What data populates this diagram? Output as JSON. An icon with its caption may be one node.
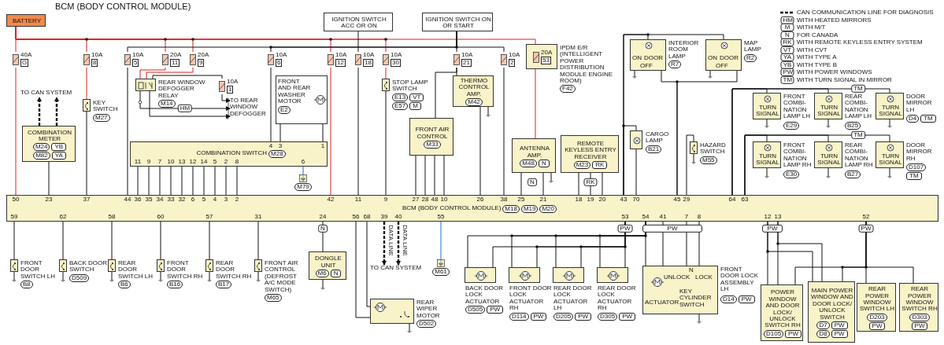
{
  "diagram": {
    "title": "BCM (BODY CONTROL MODULE)",
    "nodes": [
      {
        "text": [
          "BATTERY"
        ]
      },
      {
        "text": [
          "IGNITION SWITCH ACC OR ON"
        ]
      },
      {
        "text": [
          "IGNITION SWITCH ON OR START"
        ]
      },
      {
        "text": [
          "40A",
          "G"
        ]
      },
      {
        "text": [
          "10A",
          "8"
        ]
      },
      {
        "text": [
          "10A",
          "5"
        ]
      },
      {
        "text": [
          "20A",
          "11"
        ]
      },
      {
        "text": [
          "20A",
          "9"
        ]
      },
      {
        "text": [
          "10A",
          "6"
        ]
      },
      {
        "text": [
          "10A",
          "12"
        ]
      },
      {
        "text": [
          "10A",
          "18"
        ]
      },
      {
        "text": [
          "10A",
          "30"
        ]
      },
      {
        "text": [
          "10A",
          "21"
        ]
      },
      {
        "text": [
          "10A",
          "2"
        ]
      },
      {
        "text": [
          "IPDM E/R (INTELLIGENT POWER DISTRIBUTION MODULE ENGINE ROOM)",
          "F42"
        ]
      },
      {
        "text": [
          "20A",
          "53"
        ],
        "in": 14
      },
      {
        "text": [
          "REAR WINDOW DEFOGGER RELAY",
          "M14"
        ]
      },
      {
        "text": [
          "10A",
          "1"
        ]
      },
      {
        "text": [
          "TO REAR WINDOW DEFOGGER"
        ]
      },
      {
        "text": [
          "KEY SWITCH",
          "M27"
        ]
      },
      {
        "text": [
          "FRONT AND REAR WASHER MOTOR",
          "E2"
        ]
      },
      {
        "text": [
          "STOP LAMP SWITCH",
          "E13",
          "VT",
          "E57",
          "M"
        ]
      },
      {
        "text": [
          "THERMO CONTROL AMP.",
          "M42"
        ]
      },
      {
        "text": [
          "FRONT AIR CONTROL",
          "M33"
        ]
      },
      {
        "text": [
          "ON",
          "DOOR",
          "OFF",
          "INTERIOR ROOM LAMP",
          "R7"
        ]
      },
      {
        "text": [
          "ON",
          "DOOR",
          "OFF",
          "MAP LAMP",
          "R2"
        ]
      },
      {
        "text": [
          "TO CAN SYSTEM"
        ]
      },
      {
        "text": [
          "COMBINATION METER",
          "M24",
          "YB",
          "M82",
          "YA"
        ]
      },
      {
        "text": [
          "COMBINATION SWITCH",
          "M28"
        ]
      },
      {
        "text": [
          "M79"
        ]
      },
      {
        "text": [
          "ANTENNA AMP.",
          "M48",
          "N"
        ]
      },
      {
        "text": [
          "REMOTE KEYLESS ENTRY RECEIVER",
          "M23",
          "RK"
        ]
      },
      {
        "text": [
          "CARGO LAMP",
          "B21"
        ]
      },
      {
        "text": [
          "HAZARD SWITCH",
          "M55"
        ]
      },
      {
        "text": [
          "TURN SIGNAL",
          "FRONT COMBI- NATION LAMP LH",
          "E29"
        ]
      },
      {
        "text": [
          "TURN SIGNAL",
          "REAR COMBI- NATION LAMP LH",
          "B25"
        ]
      },
      {
        "text": [
          "TURN SIGNAL",
          "DOOR MIRROR LH",
          "D4",
          "TM"
        ]
      },
      {
        "text": [
          "TURN SIGNAL",
          "FRONT COMBI- NATION LAMP RH",
          "E30"
        ]
      },
      {
        "text": [
          "TURN SIGNAL",
          "REAR COMBI- NATION LAMP RH",
          "B27"
        ]
      },
      {
        "text": [
          "TURN SIGNAL",
          "DOOR MIRROR RH",
          "D107",
          "TM"
        ]
      },
      {
        "text": [
          "BCM (BODY CONTROL MODULE)",
          "M18",
          "M19",
          "M20"
        ]
      },
      {
        "text": [
          "FRONT DOOR SWITCH LH",
          "B8"
        ]
      },
      {
        "text": [
          "BACK DOOR SWITCH",
          "D509"
        ]
      },
      {
        "text": [
          "REAR DOOR SWITCH LH",
          "B6"
        ]
      },
      {
        "text": [
          "FRONT DOOR SWITCH RH",
          "B16"
        ]
      },
      {
        "text": [
          "REAR DOOR SWITCH RH",
          "B17"
        ]
      },
      {
        "text": [
          "FRONT AIR CONTROL (DEFROST A/C MODE SWITCH)",
          "M65"
        ]
      },
      {
        "text": [
          "DONGLE UNIT",
          "M6",
          "N"
        ]
      },
      {
        "text": [
          "REAR WIPER MOTOR",
          "D502"
        ]
      },
      {
        "text": [
          "TO CAN SYSTEM"
        ]
      },
      {
        "text": [
          "M61"
        ]
      },
      {
        "text": [
          "BACK DOOR LOCK ACTUATOR",
          "D505",
          "PW"
        ]
      },
      {
        "text": [
          "FRONT DOOR LOCK ACTUATOR RH",
          "D114",
          "PW"
        ]
      },
      {
        "text": [
          "REAR DOOR LOCK ACTUATOR LH",
          "D205",
          "PW"
        ]
      },
      {
        "text": [
          "REAR DOOR LOCK ACTUATOR RH",
          "D305",
          "PW"
        ]
      },
      {
        "text": [
          "ACTUATOR",
          "UNLOCK",
          "N",
          "LOCK",
          "KEY CYLINDER SWITCH",
          "FRONT DOOR LOCK ASSEMBLY LH",
          "D14",
          "PW"
        ]
      },
      {
        "text": [
          "POWER WINDOW AND DOOR LOCK/ UNLOCK SWITCH RH",
          "D105",
          "PW"
        ]
      },
      {
        "text": [
          "MAIN POWER WINDOW AND DOOR LOCK/ UNLOCK SWITCH",
          "D7",
          "PW",
          "D8",
          "PW"
        ]
      },
      {
        "text": [
          "REAR POWER WINDOW SWITCH LH",
          "D203",
          "PW"
        ]
      },
      {
        "text": [
          "REAR POWER WINDOW SWITCH RH",
          "D303",
          "PW"
        ]
      }
    ],
    "edges": [
      {
        "from": 0,
        "to": 3,
        "arrow": "none",
        "color": "#e02020"
      },
      {
        "from": 0,
        "to": 4,
        "arrow": "none",
        "color": "#e02020"
      },
      {
        "from": 0,
        "to": 6,
        "arrow": "none",
        "color": "#e02020"
      },
      {
        "from": 0,
        "to": 7,
        "arrow": "none",
        "color": "#e02020"
      },
      {
        "from": 0,
        "to": 9,
        "arrow": "none",
        "color": "#e02020"
      },
      {
        "from": 0,
        "to": 11,
        "arrow": "none",
        "color": "#e02020"
      },
      {
        "from": 0,
        "to": 14,
        "arrow": "none",
        "color": "#e02020"
      },
      {
        "from": 2,
        "to": 5,
        "arrow": "none"
      },
      {
        "from": 2,
        "to": 8,
        "arrow": "none"
      },
      {
        "from": 2,
        "to": 12,
        "arrow": "none"
      },
      {
        "from": 2,
        "to": 13,
        "arrow": "none"
      },
      {
        "from": 1,
        "to": 10,
        "arrow": "none"
      },
      {
        "from": 3,
        "to": 40,
        "arrow": "none",
        "color": "#e02020"
      },
      {
        "from": 4,
        "to": 19,
        "arrow": "none",
        "color": "#e02020"
      },
      {
        "from": 19,
        "to": 40,
        "arrow": "none"
      },
      {
        "from": 5,
        "to": 40,
        "arrow": "none"
      },
      {
        "from": 6,
        "to": 16,
        "arrow": "none",
        "color": "#e02020"
      },
      {
        "from": 7,
        "to": 16,
        "arrow": "none",
        "color": "#e02020"
      },
      {
        "from": 16,
        "to": 17,
        "arrow": "none"
      },
      {
        "from": 17,
        "to": 18,
        "arrow": "to"
      },
      {
        "from": 16,
        "to": 18,
        "arrow": "to"
      },
      {
        "from": 16,
        "to": 18,
        "arrow": "to"
      },
      {
        "from": 8,
        "to": 28,
        "arrow": "none"
      },
      {
        "from": 20,
        "to": 28,
        "arrow": "none"
      },
      {
        "from": 20,
        "to": 28,
        "arrow": "none"
      },
      {
        "from": 9,
        "to": 40,
        "arrow": "none",
        "color": "#e02020"
      },
      {
        "from": 10,
        "to": 40,
        "arrow": "none"
      },
      {
        "from": 11,
        "to": 21,
        "arrow": "none",
        "color": "#e02020"
      },
      {
        "from": 21,
        "to": 40,
        "arrow": "none"
      },
      {
        "from": 12,
        "to": 22,
        "arrow": "none"
      },
      {
        "from": 12,
        "to": 23,
        "arrow": "none"
      },
      {
        "from": 23,
        "to": 40,
        "arrow": "none"
      },
      {
        "from": 23,
        "to": 40,
        "arrow": "none"
      },
      {
        "from": 23,
        "to": 40,
        "arrow": "none"
      },
      {
        "from": 23,
        "to": 40,
        "arrow": "none"
      },
      {
        "from": 22,
        "to": 40,
        "arrow": "none"
      },
      {
        "from": 13,
        "to": 40,
        "arrow": "none"
      },
      {
        "from": 14,
        "to": 30,
        "arrow": "none",
        "color": "#e02020"
      },
      {
        "from": 30,
        "to": 40,
        "arrow": "none"
      },
      {
        "from": 30,
        "to": 40,
        "arrow": "none"
      },
      {
        "from": 31,
        "to": 40,
        "arrow": "none"
      },
      {
        "from": 31,
        "to": 40,
        "arrow": "none"
      },
      {
        "from": 31,
        "to": 40,
        "arrow": "none"
      },
      {
        "from": 24,
        "to": 40,
        "arrow": "none"
      },
      {
        "from": 25,
        "to": 40,
        "arrow": "none"
      },
      {
        "from": 24,
        "to": 40,
        "arrow": "none"
      },
      {
        "from": 25,
        "to": 40,
        "arrow": "none"
      },
      {
        "from": 40,
        "to": 32,
        "arrow": "none"
      },
      {
        "from": 32,
        "to": 40,
        "arrow": "none"
      },
      {
        "from": 33,
        "to": 40,
        "arrow": "none"
      },
      {
        "from": 34,
        "to": 40,
        "arrow": "none"
      },
      {
        "from": 35,
        "to": 40,
        "arrow": "none"
      },
      {
        "from": 36,
        "to": 40,
        "arrow": "none"
      },
      {
        "from": 37,
        "to": 40,
        "arrow": "none"
      },
      {
        "from": 38,
        "to": 40,
        "arrow": "none"
      },
      {
        "from": 39,
        "to": 40,
        "arrow": "none"
      },
      {
        "from": 27,
        "to": 26,
        "arrow": "to",
        "style": "dashed"
      },
      {
        "from": 27,
        "to": 26,
        "arrow": "to",
        "style": "dashed"
      },
      {
        "from": 27,
        "to": 40,
        "arrow": "none"
      },
      {
        "from": 28,
        "to": 40,
        "arrow": "none"
      },
      {
        "from": 28,
        "to": 40,
        "arrow": "none"
      },
      {
        "from": 28,
        "to": 40,
        "arrow": "none"
      },
      {
        "from": 28,
        "to": 40,
        "arrow": "none"
      },
      {
        "from": 28,
        "to": 40,
        "arrow": "none"
      },
      {
        "from": 28,
        "to": 40,
        "arrow": "none"
      },
      {
        "from": 28,
        "to": 40,
        "arrow": "none"
      },
      {
        "from": 28,
        "to": 40,
        "arrow": "none"
      },
      {
        "from": 28,
        "to": 40,
        "arrow": "none"
      },
      {
        "from": 28,
        "to": 40,
        "arrow": "none"
      },
      {
        "from": 28,
        "to": 29,
        "arrow": "none",
        "color": "#1e6fd0"
      },
      {
        "from": 40,
        "to": 41,
        "arrow": "none"
      },
      {
        "from": 40,
        "to": 42,
        "arrow": "none"
      },
      {
        "from": 40,
        "to": 43,
        "arrow": "none"
      },
      {
        "from": 40,
        "to": 44,
        "arrow": "none"
      },
      {
        "from": 40,
        "to": 45,
        "arrow": "none"
      },
      {
        "from": 40,
        "to": 46,
        "arrow": "none"
      },
      {
        "from": 40,
        "to": 47,
        "arrow": "none"
      },
      {
        "from": 40,
        "to": 48,
        "arrow": "none"
      },
      {
        "from": 40,
        "to": 48,
        "arrow": "none"
      },
      {
        "from": 40,
        "to": 49,
        "arrow": "to",
        "style": "dashed"
      },
      {
        "from": 40,
        "to": 49,
        "arrow": "to",
        "style": "dashed"
      },
      {
        "from": 40,
        "to": 50,
        "arrow": "none",
        "color": "#1e6fd0"
      },
      {
        "from": 40,
        "to": 51,
        "arrow": "none"
      },
      {
        "from": 40,
        "to": 52,
        "arrow": "none"
      },
      {
        "from": 40,
        "to": 53,
        "arrow": "none"
      },
      {
        "from": 40,
        "to": 54,
        "arrow": "none"
      },
      {
        "from": 40,
        "to": 55,
        "arrow": "none"
      },
      {
        "from": 40,
        "to": 51,
        "arrow": "none"
      },
      {
        "from": 40,
        "to": 52,
        "arrow": "none"
      },
      {
        "from": 40,
        "to": 53,
        "arrow": "none"
      },
      {
        "from": 40,
        "to": 54,
        "arrow": "none"
      },
      {
        "from": 40,
        "to": 55,
        "arrow": "none"
      },
      {
        "from": 40,
        "to": 55,
        "arrow": "none"
      },
      {
        "from": 40,
        "to": 55,
        "arrow": "none"
      },
      {
        "from": 40,
        "to": 56,
        "arrow": "none"
      },
      {
        "from": 40,
        "to": 57,
        "arrow": "none"
      },
      {
        "from": 40,
        "to": 56,
        "arrow": "none"
      },
      {
        "from": 40,
        "to": 57,
        "arrow": "none"
      },
      {
        "from": 40,
        "to": 56,
        "arrow": "none"
      },
      {
        "from": 40,
        "to": 57,
        "arrow": "none"
      },
      {
        "from": 40,
        "to": 58,
        "arrow": "none"
      },
      {
        "from": 40,
        "to": 59,
        "arrow": "none"
      }
    ],
    "labels": [
      "50",
      "23",
      "37",
      "44",
      "36",
      "35",
      "34",
      "33",
      "32",
      "6",
      "5",
      "4",
      "3",
      "2",
      "42",
      "11",
      "9",
      "27",
      "28",
      "48",
      "10",
      "26",
      "38",
      "25",
      "21",
      "18",
      "19",
      "20",
      "43",
      "70",
      "45",
      "29",
      "64",
      "63",
      "4",
      "3",
      "1",
      "11",
      "9",
      "7",
      "10",
      "13",
      "12",
      "14",
      "5",
      "2",
      "8",
      "6",
      "HM",
      "N",
      "RK",
      "TM",
      "TM",
      "59",
      "62",
      "58",
      "60",
      "57",
      "31",
      "24",
      "56",
      "68",
      "39",
      "40",
      "55",
      "53",
      "54",
      "41",
      "7",
      "8",
      "12",
      "13",
      "52",
      "N",
      "PW",
      "PW",
      "PW",
      "PW",
      "DATA LINE",
      "DATA LINE",
      "HM",
      "M",
      "N",
      "RK",
      "VT",
      "YA",
      "YB",
      "PW",
      "TM"
    ],
    "legend": [
      {
        "text": "CAN COMMUNICATION LINE FOR DIAGNOSIS"
      },
      {
        "text": "WITH HEATED MIRRORS"
      },
      {
        "text": "WITH M/T"
      },
      {
        "text": "FOR CANADA"
      },
      {
        "text": "WITH REMOTE KEYLESS ENTRY SYSTEM"
      },
      {
        "text": "WITH CVT"
      },
      {
        "text": "WITH TYPE A"
      },
      {
        "text": "WITH TYPE B"
      },
      {
        "text": "WITH POWER WINDOWS"
      },
      {
        "text": "WITH TURN SIGNAL IN MIRROR"
      }
    ]
  }
}
